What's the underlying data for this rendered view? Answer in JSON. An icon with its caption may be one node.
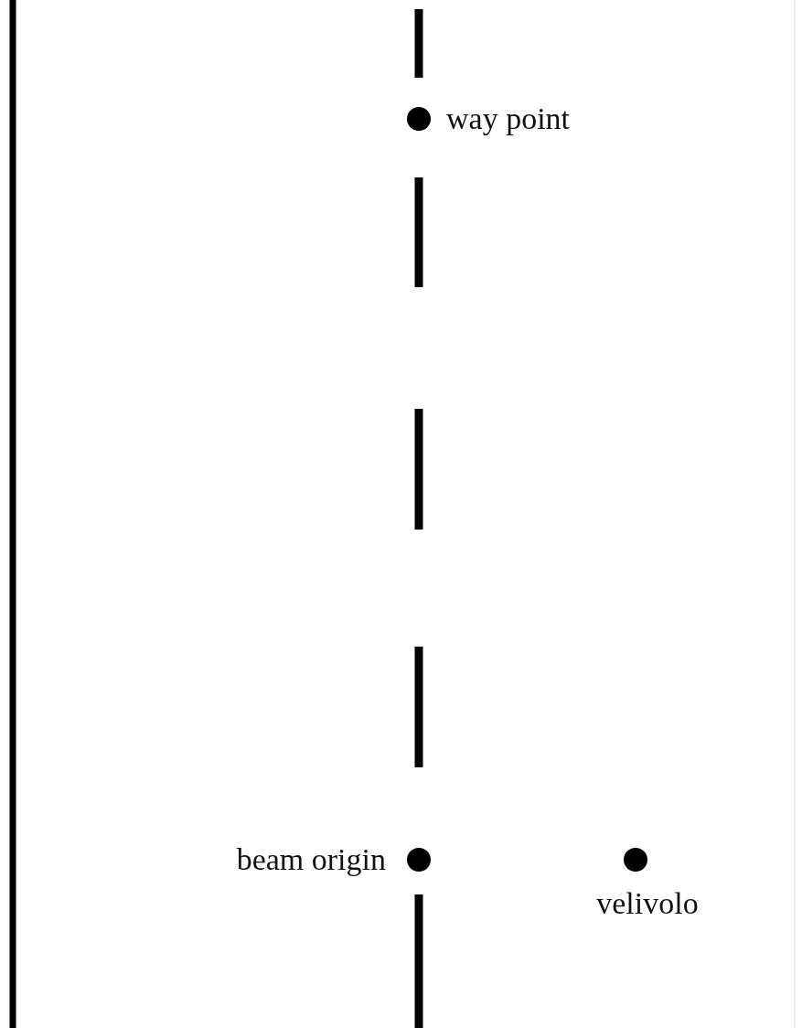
{
  "diagram": {
    "nodes": [
      {
        "text": [],
        "shape": "circle",
        "beside": [
          "way point"
        ]
      },
      {
        "text": [],
        "shape": "circle",
        "beside": [
          "beam origin"
        ]
      },
      {
        "text": [],
        "shape": "circle",
        "beside": [
          "velivolo"
        ]
      }
    ],
    "edges": [
      {
        "from": 1,
        "to": 0,
        "arrow": "none",
        "style": "dashed"
      }
    ]
  }
}
